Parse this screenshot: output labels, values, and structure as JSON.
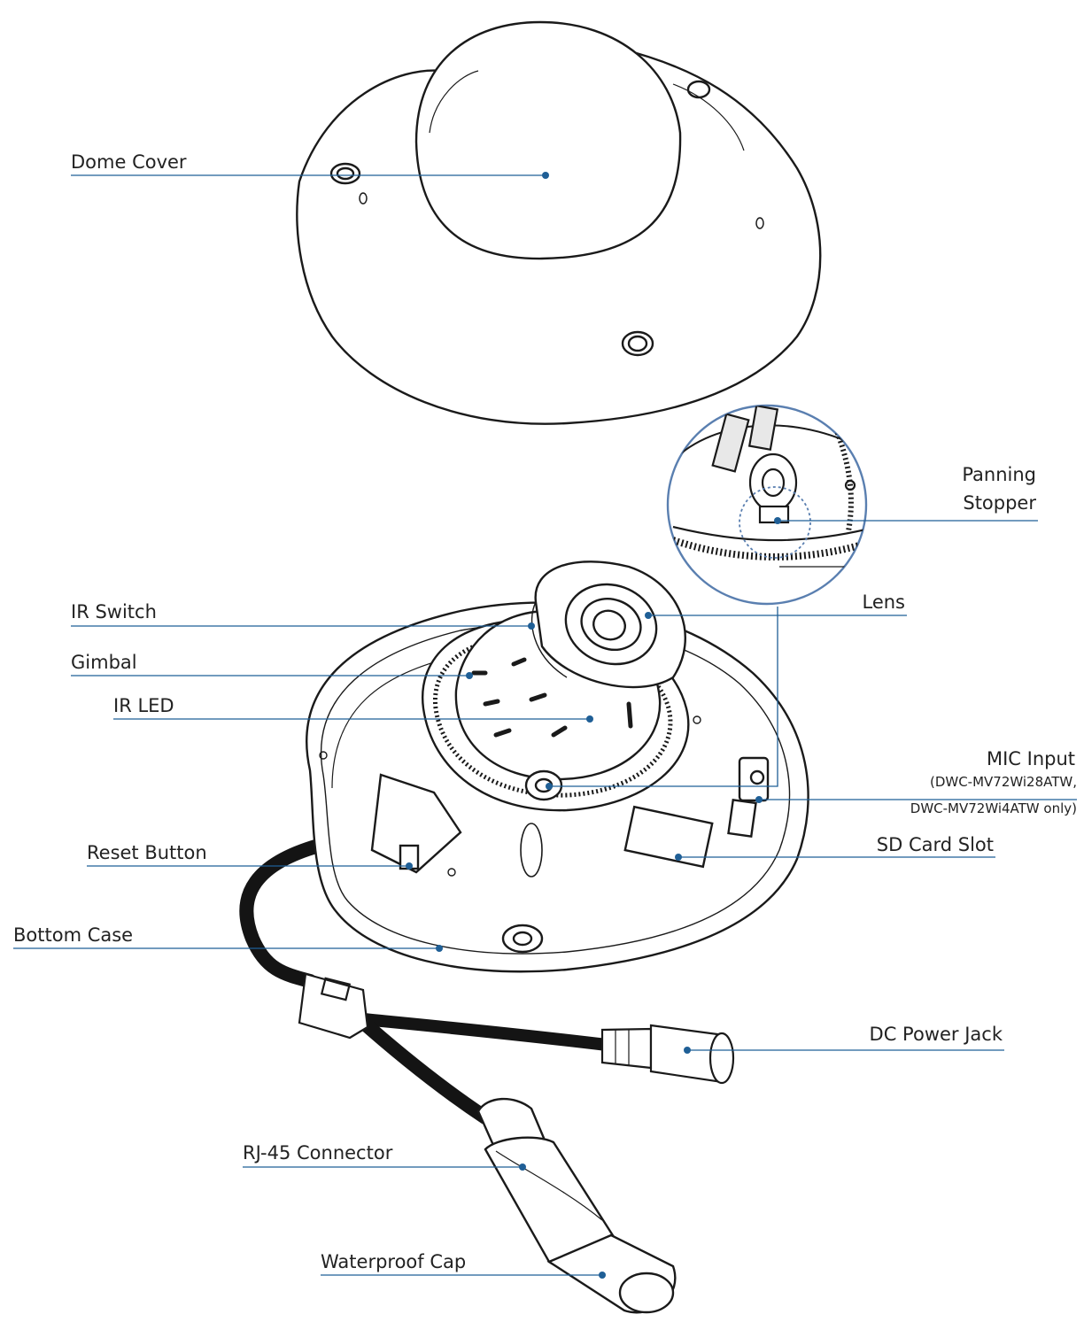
{
  "colors": {
    "leader": "#1f5f96",
    "ink": "#1a1a1a",
    "cable": "#141414"
  },
  "labels": {
    "dome_cover": "Dome Cover",
    "panning_stopper_line1": "Panning",
    "panning_stopper_line2": "Stopper",
    "ir_switch": "IR Switch",
    "lens": "Lens",
    "gimbal": "Gimbal",
    "ir_led": "IR LED",
    "mic_input": "MIC  Input",
    "mic_input_note1": "(DWC-MV72Wi28ATW,",
    "mic_input_note2": "DWC-MV72Wi4ATW only)",
    "reset_button": "Reset Button",
    "sd_card_slot": "SD Card Slot",
    "bottom_case": "Bottom Case",
    "dc_power_jack": "DC Power Jack",
    "rj45_connector": "RJ-45 Connector",
    "waterproof_cap": "Waterproof Cap"
  }
}
